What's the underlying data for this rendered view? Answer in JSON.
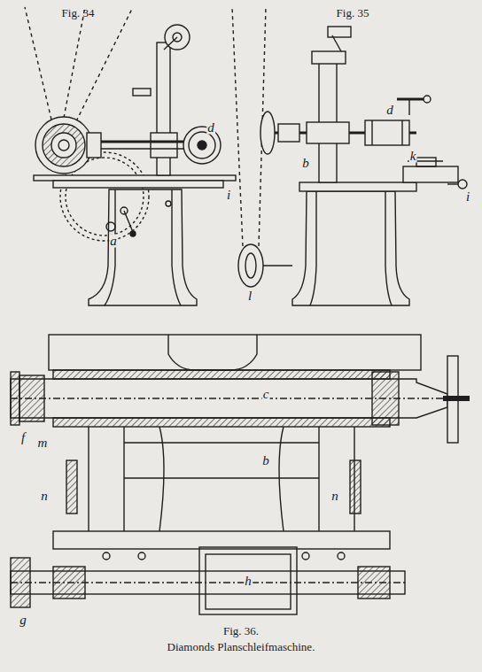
{
  "diagram": {
    "caption": "Diamonds Planschleifmaschine.",
    "labels": [
      "Fig. 34",
      "Fig. 35",
      "a",
      "d",
      "i",
      "b",
      "d",
      "k",
      "i",
      "l",
      "f",
      "m",
      "c",
      "n",
      "b",
      "n",
      "g",
      "h",
      "Fig. 36."
    ]
  }
}
